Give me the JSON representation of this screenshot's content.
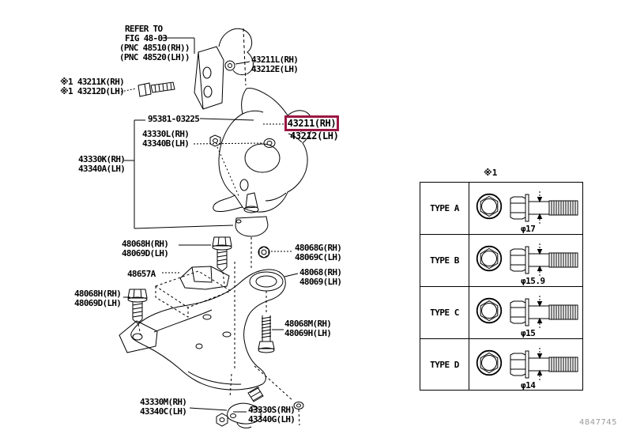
{
  "meta": {
    "watermark": "4847745",
    "highlight_color": "#9b1742"
  },
  "note": {
    "lines": [
      "REFER TO",
      "FIG 48-03",
      "(PNC 48510(RH))",
      "(PNC 48520(LH))"
    ]
  },
  "highlight": {
    "label": "43211(RH)"
  },
  "labels": [
    {
      "id": "43211L",
      "lines": [
        "43211L(RH)",
        "43212E(LH)"
      ]
    },
    {
      "id": "43211K",
      "lines": [
        "※1 43211K(RH)",
        "※1 43212D(LH)"
      ]
    },
    {
      "id": "95381",
      "lines": [
        "95381-03225"
      ]
    },
    {
      "id": "43330L",
      "lines": [
        "43330L(RH)",
        "43340B(LH)"
      ]
    },
    {
      "id": "43330K",
      "lines": [
        "43330K(RH)",
        "43340A(LH)"
      ]
    },
    {
      "id": "43212",
      "lines": [
        "43212(LH)"
      ]
    },
    {
      "id": "48068H-upper",
      "lines": [
        "48068H(RH)",
        "48069D(LH)"
      ]
    },
    {
      "id": "48068G",
      "lines": [
        "48068G(RH)",
        "48069C(LH)"
      ]
    },
    {
      "id": "48657A",
      "lines": [
        "48657A"
      ]
    },
    {
      "id": "48068",
      "lines": [
        "48068(RH)",
        "48069(LH)"
      ]
    },
    {
      "id": "48068H-lower",
      "lines": [
        "48068H(RH)",
        "48069D(LH)"
      ]
    },
    {
      "id": "48068M",
      "lines": [
        "48068M(RH)",
        "48069H(LH)"
      ]
    },
    {
      "id": "43330M",
      "lines": [
        "43330M(RH)",
        "43340C(LH)"
      ]
    },
    {
      "id": "43330S",
      "lines": [
        "43330S(RH)",
        "43340G(LH)"
      ]
    }
  ],
  "table": {
    "ref_mark": "※1",
    "rows": [
      {
        "type": "TYPE A",
        "diameter": "φ17"
      },
      {
        "type": "TYPE B",
        "diameter": "φ15.9"
      },
      {
        "type": "TYPE C",
        "diameter": "φ15"
      },
      {
        "type": "TYPE D",
        "diameter": "φ14"
      }
    ]
  }
}
